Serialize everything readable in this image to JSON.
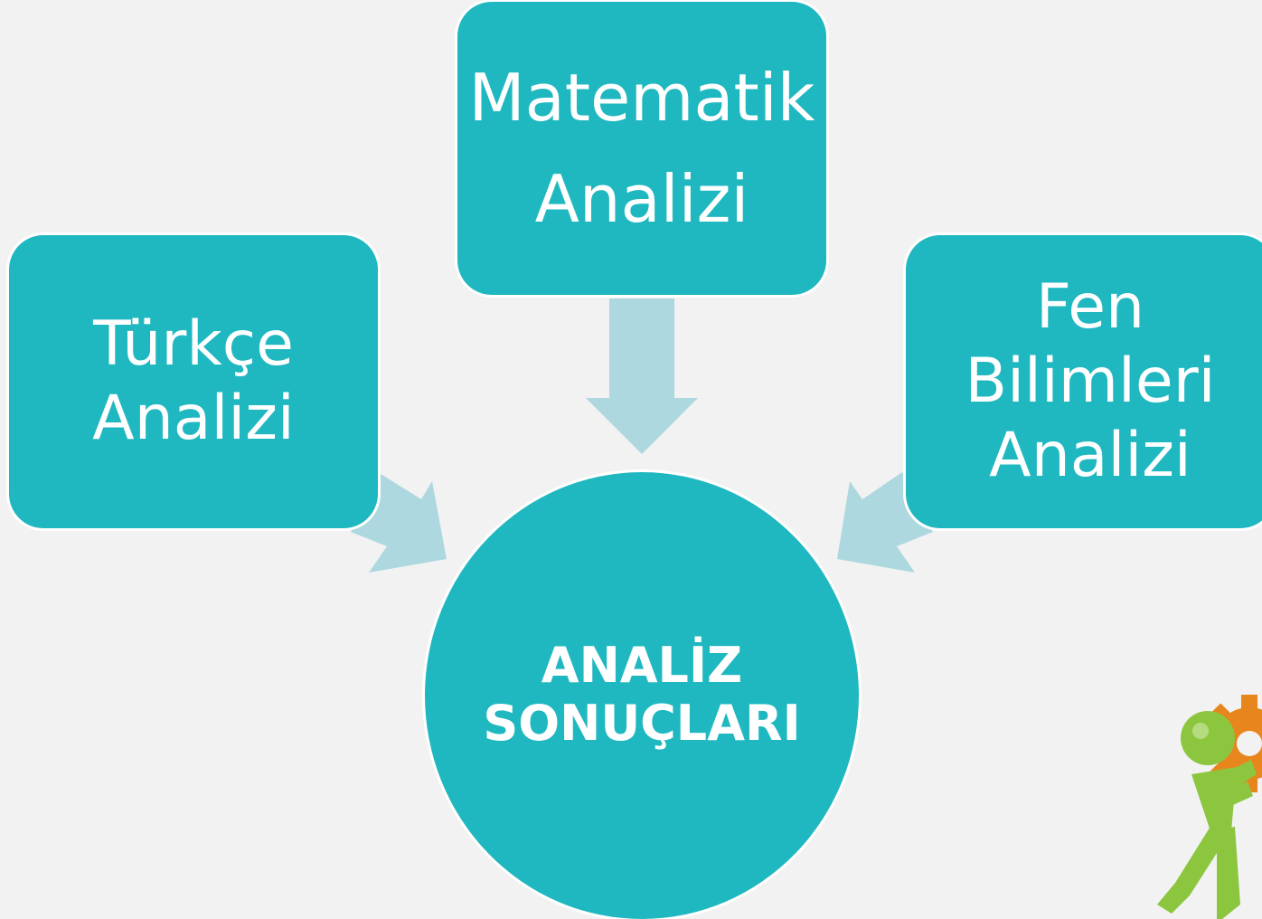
{
  "diagram": {
    "math": {
      "line1": "Matematik",
      "line2": "Analizi"
    },
    "turkce": {
      "line1": "Türkçe",
      "line2": "Analizi"
    },
    "fen": {
      "line1": "Fen",
      "line2": "Bilimleri",
      "line3": "Analizi"
    },
    "center": {
      "line1": "ANALİZ",
      "line2": "SONUÇLARI"
    }
  },
  "colors": {
    "box": "#20b8c0",
    "arrow": "#add8df",
    "background": "#f2f2f2",
    "text": "#ffffff"
  },
  "decoration": {
    "icon": "person-pushing-gear-icon"
  }
}
